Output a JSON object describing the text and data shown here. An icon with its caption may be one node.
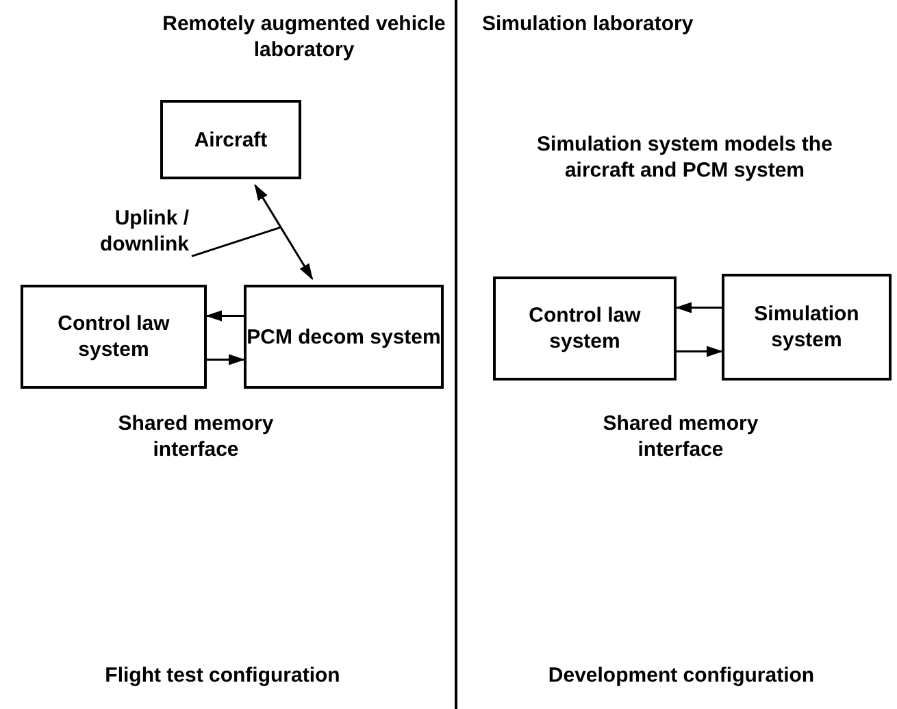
{
  "diagram": {
    "nodes": [
      {
        "text": [
          "Aircraft"
        ]
      },
      {
        "text": [
          "Uplink / downlink"
        ]
      },
      {
        "text": [
          "Control law system"
        ]
      },
      {
        "text": [
          "PCM decom system"
        ]
      },
      {
        "text": [
          "Control law system"
        ]
      },
      {
        "text": [
          "Simulation system"
        ]
      }
    ],
    "edges": [
      {
        "from": 0,
        "to": 3,
        "arrow": "both"
      },
      {
        "from": 3,
        "to": 2,
        "arrow": "to"
      },
      {
        "from": 2,
        "to": 3,
        "arrow": "to"
      },
      {
        "from": 5,
        "to": 4,
        "arrow": "to"
      },
      {
        "from": 4,
        "to": 5,
        "arrow": "to"
      },
      {
        "from": 1,
        "to": null,
        "arrow": "none"
      }
    ],
    "labels": [
      "Remotely augmented vehicle laboratory",
      "Simulation laboratory",
      "Simulation system models the aircraft and PCM system",
      "Shared memory interface",
      "Shared memory interface",
      "Flight test configuration",
      "Development configuration"
    ]
  }
}
